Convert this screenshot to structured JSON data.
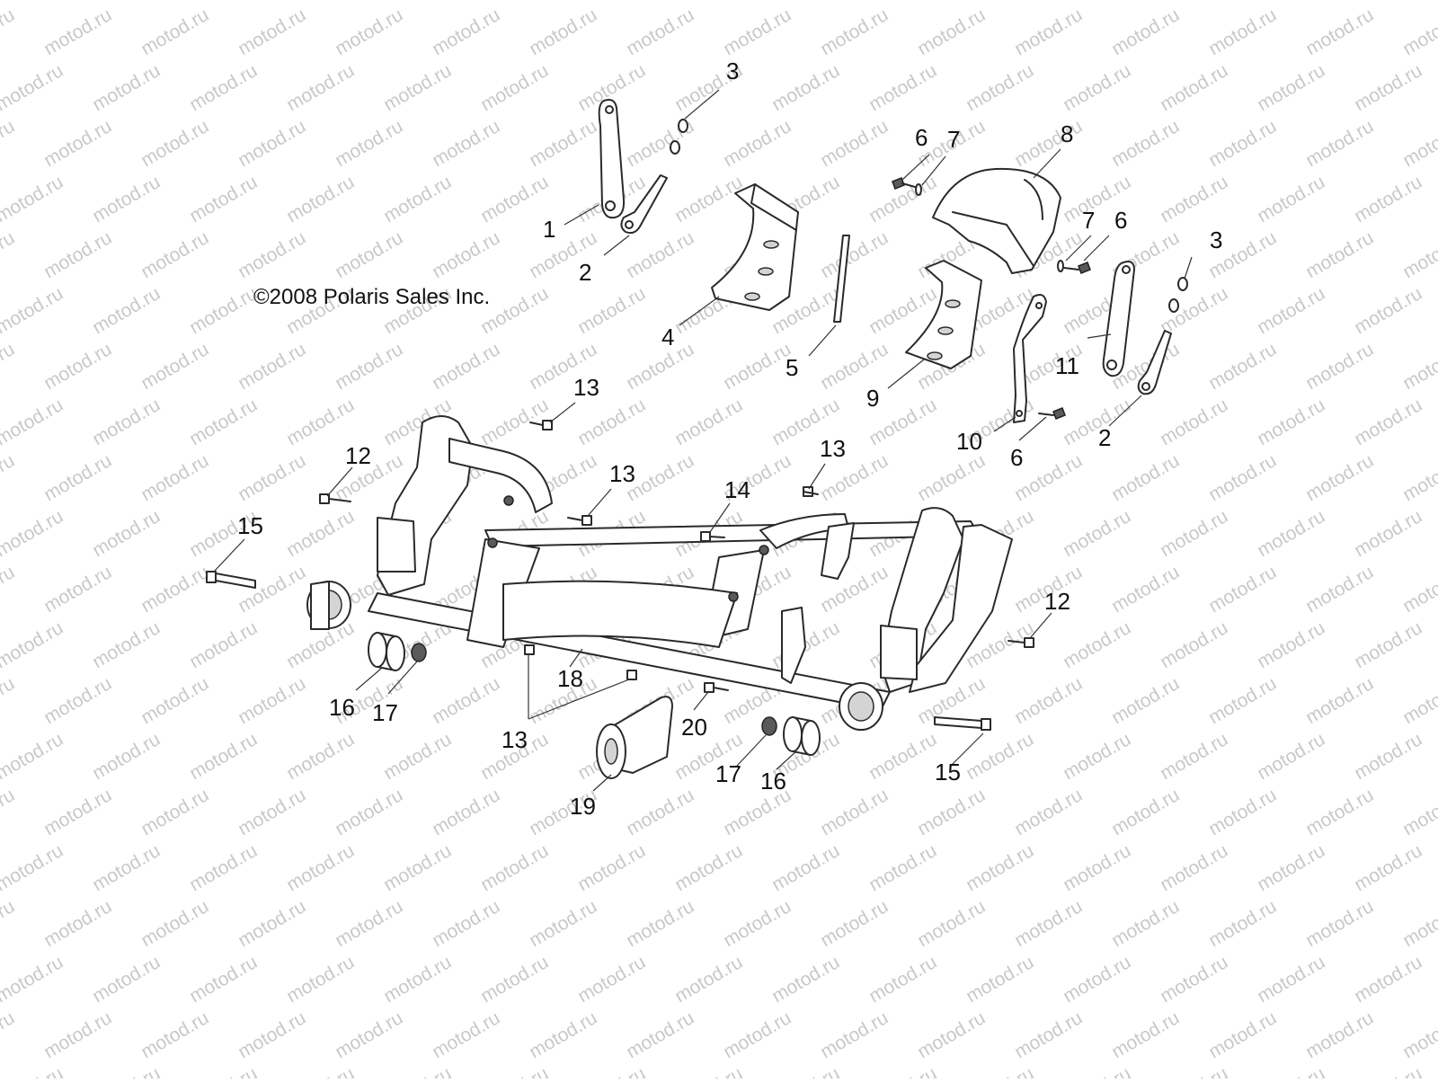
{
  "copyright": "©2008 Polaris Sales Inc.",
  "watermark_text": "motod.ru",
  "callouts": [
    {
      "id": "c1",
      "text": "1"
    },
    {
      "id": "c2a",
      "text": "2"
    },
    {
      "id": "c2b",
      "text": "2"
    },
    {
      "id": "c3a",
      "text": "3"
    },
    {
      "id": "c3b",
      "text": "3"
    },
    {
      "id": "c4",
      "text": "4"
    },
    {
      "id": "c5",
      "text": "5"
    },
    {
      "id": "c6a",
      "text": "6"
    },
    {
      "id": "c6b",
      "text": "6"
    },
    {
      "id": "c6c",
      "text": "6"
    },
    {
      "id": "c7a",
      "text": "7"
    },
    {
      "id": "c7b",
      "text": "7"
    },
    {
      "id": "c8",
      "text": "8"
    },
    {
      "id": "c9",
      "text": "9"
    },
    {
      "id": "c10",
      "text": "10"
    },
    {
      "id": "c11",
      "text": "11"
    },
    {
      "id": "c12a",
      "text": "12"
    },
    {
      "id": "c12b",
      "text": "12"
    },
    {
      "id": "c13a",
      "text": "13"
    },
    {
      "id": "c13b",
      "text": "13"
    },
    {
      "id": "c13c",
      "text": "13"
    },
    {
      "id": "c13d",
      "text": "13"
    },
    {
      "id": "c14",
      "text": "14"
    },
    {
      "id": "c15a",
      "text": "15"
    },
    {
      "id": "c15b",
      "text": "15"
    },
    {
      "id": "c16a",
      "text": "16"
    },
    {
      "id": "c16b",
      "text": "16"
    },
    {
      "id": "c17a",
      "text": "17"
    },
    {
      "id": "c17b",
      "text": "17"
    },
    {
      "id": "c18",
      "text": "18"
    },
    {
      "id": "c19",
      "text": "19"
    },
    {
      "id": "c20",
      "text": "20"
    }
  ]
}
